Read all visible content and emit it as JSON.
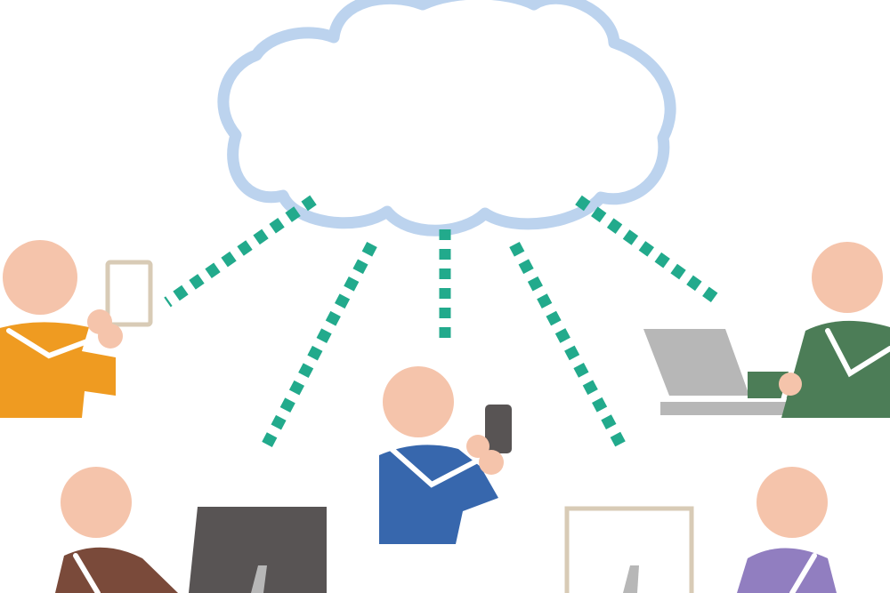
{
  "palette": {
    "background": "#ffffff",
    "cloud_outline": "#bcd3ee",
    "connection": "#22aa8c",
    "skin": "#f5c4ab",
    "outline": "#ffffff",
    "orange": "#ef9b21",
    "blue": "#3767ad",
    "green": "#4c7d57",
    "brown": "#7a4a3a",
    "purple": "#917ec0",
    "device_dark": "#585454",
    "laptop_grey": "#b7b7b7",
    "device_beige": "#d8cbb6"
  },
  "cloud": {
    "icon": "cloud-icon"
  },
  "connections": {
    "style": "dotted",
    "count": 5
  },
  "people": [
    {
      "id": "orange",
      "icon": "person-icon",
      "device": "tablet-icon",
      "shirt": "orange"
    },
    {
      "id": "blue",
      "icon": "person-icon",
      "device": "smartphone-icon",
      "shirt": "blue"
    },
    {
      "id": "green",
      "icon": "person-icon",
      "device": "laptop-icon",
      "shirt": "green"
    },
    {
      "id": "brown",
      "icon": "person-icon",
      "device": "desktop-monitor-icon",
      "shirt": "brown"
    },
    {
      "id": "purple",
      "icon": "person-icon",
      "device": "desktop-monitor-icon",
      "shirt": "purple"
    }
  ]
}
